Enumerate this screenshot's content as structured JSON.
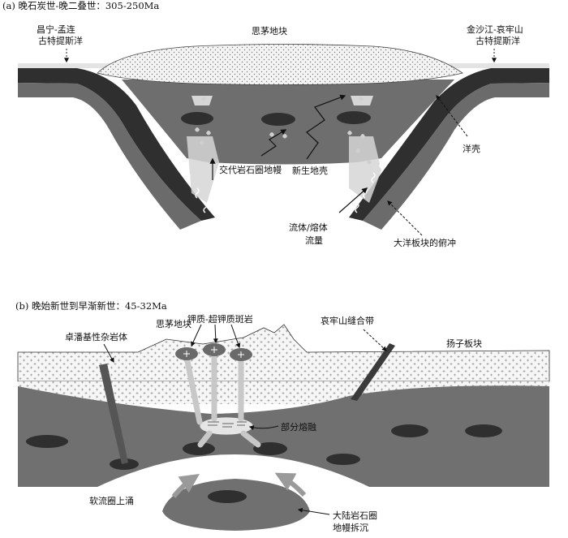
{
  "panel_a": {
    "title": "(a) 晚石炭世-晚二叠世：305-250Ma",
    "west_ocean": [
      "昌宁-孟连",
      "古特提斯洋"
    ],
    "east_ocean": [
      "金沙江-哀牢山",
      "古特提斯洋"
    ],
    "block": "思茅地块",
    "metasomatized_mantle": "交代岩石圈地幔",
    "juvenile_crust": "新生地壳",
    "oceanic_crust": "洋壳",
    "fluid_melt_flux": [
      "流体/熔体",
      "流量"
    ],
    "oceanic_slab": "大洋板块的俯冲"
  },
  "panel_b": {
    "title": "(b) 晚始新世到早渐新世：45-32Ma",
    "block": "思茅地块",
    "potassic_porphyry": "钾质-超钾质斑岩",
    "ailaoshan_suture": "哀牢山缝合带",
    "gabbro": "卓潘基性杂岩体",
    "yangtze_block": "扬子板块",
    "partial_melting": "部分熔融",
    "asthenosphere_upwelling": "软流圈上涌",
    "lithosphere_delamination": [
      "大陆岩石圈",
      "地幔拆沉"
    ]
  },
  "colors": {
    "mantle": "#6e6e6e",
    "slab_dark": "#3a3a3a",
    "crust_fill": "#f2f2f2",
    "lens": "#2f2f2f",
    "light_flux": "#d2d2d2"
  }
}
